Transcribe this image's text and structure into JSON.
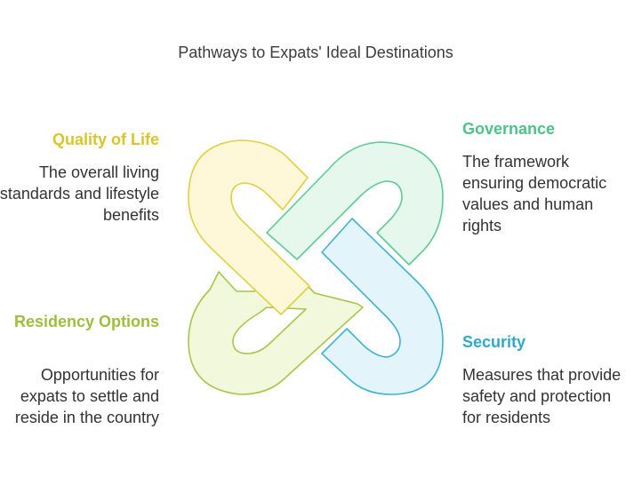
{
  "title": "Pathways to Expats' Ideal Destinations",
  "items": {
    "quality_of_life": {
      "heading": "Quality of Life",
      "description": "The overall living standards and lifestyle benefits",
      "color": "#d8c62a",
      "fill": "#fff8d8",
      "stroke": "#e2cf40"
    },
    "governance": {
      "heading": "Governance",
      "description": "The framework ensuring democratic values and human rights",
      "color": "#4cc38a",
      "fill": "#e6f8ee",
      "stroke": "#5ccb94"
    },
    "residency": {
      "heading": "Residency Options",
      "description": "Opportunities for expats to settle and reside in the country",
      "color": "#9cbf3c",
      "fill": "#f1f8dc",
      "stroke": "#a8c64a"
    },
    "security": {
      "heading": "Security",
      "description": "Measures that provide safety and protection for residents",
      "color": "#2fa8cc",
      "fill": "#e3f5fb",
      "stroke": "#40b3d4"
    }
  }
}
